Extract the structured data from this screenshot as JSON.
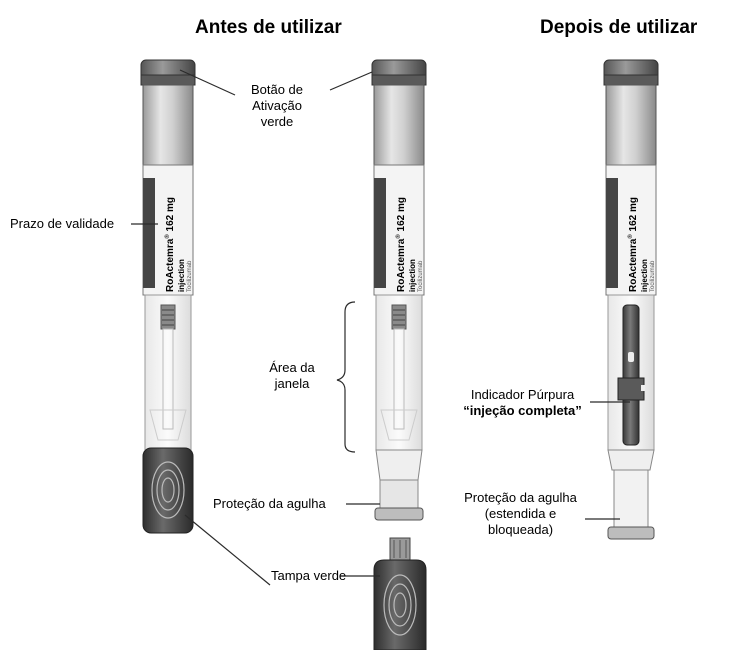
{
  "headings": {
    "before": "Antes de utilizar",
    "after": "Depois de utilizar"
  },
  "pen_label": {
    "brand": "RoActemra",
    "registered": "®",
    "dose": "162 mg",
    "form": "injection",
    "substance": "Tocilizumab"
  },
  "callouts": {
    "activation_button": [
      "Botão de",
      "Ativação",
      "verde"
    ],
    "expiry": "Prazo de validade",
    "window_area": [
      "Área da",
      "janela"
    ],
    "needle_guard": "Proteção da agulha",
    "green_cap": "Tampa verde",
    "purple_indicator": [
      "Indicador Púrpura",
      "“injeção completa”"
    ],
    "needle_guard_extended": [
      "Proteção da agulha",
      "(estendida e",
      "bloqueada)"
    ]
  },
  "colors": {
    "line": "#2b2b2b",
    "pen_body": "#d7d7d7",
    "dark_cap": "#4a4a4a",
    "label_band": "#444444"
  }
}
